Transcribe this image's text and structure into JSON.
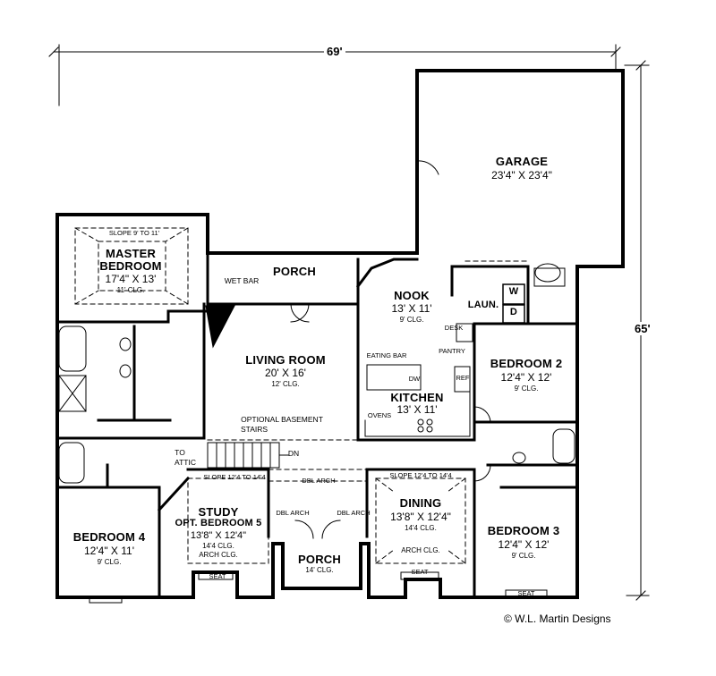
{
  "overall": {
    "width": "69'",
    "depth": "65'"
  },
  "rooms": {
    "garage": {
      "name": "GARAGE",
      "size": "23'4\" X 23'4\""
    },
    "master": {
      "note": "SLOPE 9' TO 11'",
      "name1": "MASTER",
      "name2": "BEDROOM",
      "size": "17'4\" X 13'",
      "clg": "11' CLG."
    },
    "porch_top": {
      "name": "PORCH",
      "wet_bar": "WET BAR"
    },
    "nook": {
      "name": "NOOK",
      "size": "13' X 11'",
      "clg": "9' CLG."
    },
    "laundry": {
      "name": "LAUN.",
      "w": "W",
      "d": "D"
    },
    "living": {
      "name": "LIVING ROOM",
      "size": "20' X 16'",
      "clg": "12' CLG."
    },
    "kitchen": {
      "name": "KITCHEN",
      "size": "13' X 11'",
      "eating_bar": "EATING BAR",
      "dw": "DW",
      "ref": "REF",
      "ovens": "OVENS",
      "desk": "DESK",
      "pantry": "PANTRY"
    },
    "bedroom2": {
      "name": "BEDROOM 2",
      "size": "12'4\" X 12'",
      "clg": "9' CLG."
    },
    "stairs": {
      "line1": "OPTIONAL BASEMENT",
      "line2": "STAIRS",
      "dn": "DN",
      "attic1": "TO",
      "attic2": "ATTIC"
    },
    "study": {
      "note": "SLOPE 12'4 TO 14'4",
      "name1": "STUDY",
      "name2": "OPT. BEDROOM 5",
      "size": "13'8\" X 12'4\"",
      "clg": "14'4 CLG.",
      "arch": "ARCH CLG.",
      "seat": "SEAT"
    },
    "foyer": {
      "dbl_arch_top": "DBL ARCH",
      "dbl_arch_left": "DBL ARCH",
      "dbl_arch_right": "DBL ARCH"
    },
    "porch_front": {
      "name": "PORCH",
      "clg": "14' CLG."
    },
    "dining": {
      "note": "SLOPE 12'4 TO 14'4",
      "name": "DINING",
      "size": "13'8\" X 12'4\"",
      "clg": "14'4 CLG.",
      "arch": "ARCH CLG.",
      "seat": "SEAT"
    },
    "bedroom3": {
      "name": "BEDROOM 3",
      "size": "12'4\" X 12'",
      "clg": "9' CLG.",
      "seat": "SEAT"
    },
    "bedroom4": {
      "name": "BEDROOM 4",
      "size": "12'4\" X 11'",
      "clg": "9' CLG."
    }
  },
  "credit": "© W.L. Martin Designs"
}
